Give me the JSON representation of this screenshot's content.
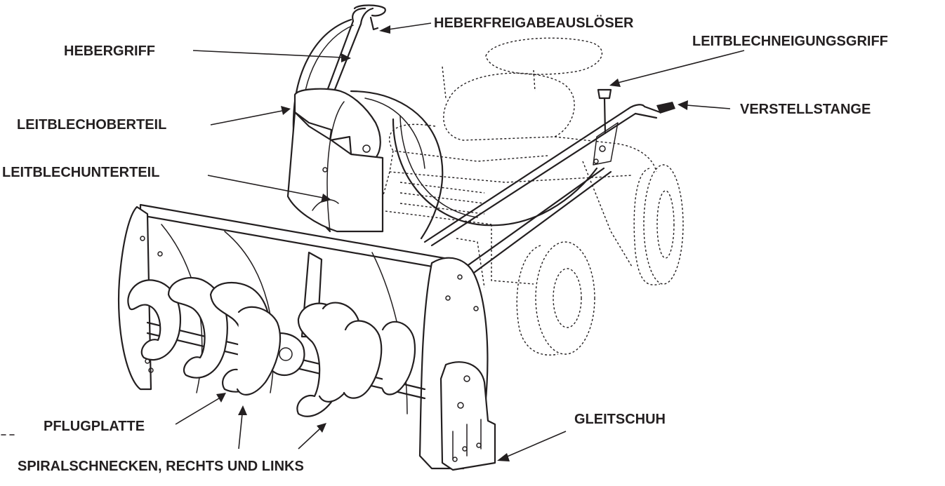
{
  "figure": {
    "labels": {
      "lift_release_trigger": "HEBERFREIGABEAUSLÖSER",
      "lift_handle": "HEBERGRIFF",
      "chute_tilt_handle": "LEITBLECHNEIGUNGSGRIFF",
      "adjustment_rod": "VERSTELLSTANGE",
      "chute_upper": "LEITBLECHOBERTEIL",
      "chute_lower": "LEITBLECHUNTERTEIL",
      "scraper_plate": "PFLUGPLATTE",
      "skid_shoe": "GLEITSCHUH",
      "augers": "SPIRALSCHNECKEN, RECHTS UND LINKS"
    },
    "colors": {
      "ink": "#231f20",
      "background": "#ffffff"
    },
    "icons": {
      "tractor_outline": "dashed-tractor-outline",
      "snow_thrower": "snow-thrower-line-art"
    }
  }
}
